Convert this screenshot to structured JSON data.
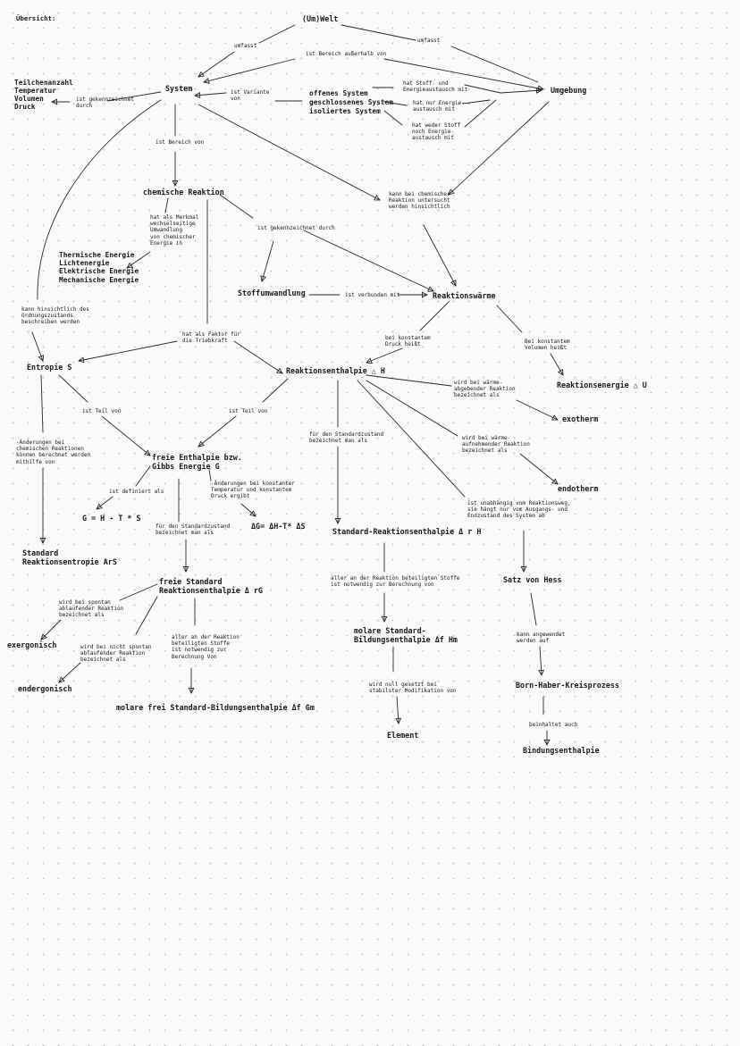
{
  "title": "Übersicht:",
  "nodes": {
    "umwelt": "(Um)Welt",
    "umfasst_left": "umfasst",
    "umfasst_right": "umfasst",
    "bereich_ausserhalb": "ist Bereich außerhalb von",
    "teilchen": "Teilchenanzahl\nTemperatur\nVolumen\nDruck",
    "gekennzeichnet_sys": "ist gekennzeichnet\ndurch",
    "system": "System",
    "variante": "ist Variante\nvon",
    "systemarten": "offenes System\ngeschlossenes System\nisoliertes System",
    "stoff_energie": "hat Stoff- und\nEnergieaustausch mit",
    "nur_energie": "hat nur Energie-\naustausch mit",
    "weder": "hat weder Stoff\nnoch Energie-\naustausch mit",
    "umgebung": "Umgebung",
    "bereich_von": "ist Bereich von",
    "chem_reaktion": "chemische Reaktion",
    "kann_untersucht": "kann bei chemischer\nReaktion untersucht\nwerden hinsichtlich",
    "merkmal": "hat als Merkmal\nwechselseitige\nUmwandlung\nvon chemischer\nEnergie in",
    "energien": "Thermische Energie\nLichtenergie\nElektrische Energie\nMechanische Energie",
    "gekennzeichnet_durch": "ist gekennzeichnet durch",
    "stoffumwandlung": "Stoffumwandlung",
    "verbunden_mit": "ist verbunden mit",
    "reaktionswaerme": "Reaktionswärme",
    "ordnungszustand": "kann hinsichtlich des\nOrdnungszustands\nbeschreiben werden",
    "faktor": "hat als Faktor für\ndie Triebkraft",
    "konst_druck": "bei konstantem\nDruck heißt",
    "konst_volumen": "Bei konstantem\nVolumen heißt",
    "entropie": "Entropie S",
    "reaktionsenthalpie": "Reaktionsenthalpie △ H",
    "reaktionsenergie": "Reaktionsenergie △ U",
    "waerme_abgebend": "wird bei wärme-\nabgebender Reaktion\nbezeichnet als",
    "exotherm": "exotherm",
    "teil_von_1": "ist Teil von",
    "teil_von_2": "ist Teil von",
    "aenderungen_entropie": "-Änderungen bei\nchemischen Reaktionen\nkönnen berechnet werden\nmithilfe von",
    "freie_enthalpie": "freie Enthalpie bzw.\nGibbs Energie G",
    "standard_zustand_1": "für den Standardzustand\nbezeichnet man als",
    "waerme_aufnehmend": "wird bei wärme-\naufnehmender Reaktion\nbezeichnet als",
    "endotherm": "endotherm",
    "aenderungen_konst": "-Änderungen bei konstanter\nTemperatur und konstantem\nDruck ergibt",
    "definiert": "ist definiert als",
    "g_formel": "G = H - T * S",
    "unabhaengig": "ist unabhängig vom Reaktionsweg,\nsie hängt nur vom Ausgangs- und\nEndzustand des System ab",
    "standard_zustand_2": "für den Standardzustand\nbezeichnet man als",
    "dg_formel": "ΔG= ΔH-T* ΔS",
    "standard_reaktionsenthalpie": "Standard-Reaktionsenthalpie Δ r H",
    "standard_entropie": "Standard\nReaktionsentropie ArS",
    "freie_standard": "freie Standard\nReaktionsenthalpie Δ rG",
    "alle_stoffe_1": "aller an der Reaktion beteiligten Stoffe\nist notwendig zur Berechnung von",
    "satz_hess": "Satz von Hess",
    "spontan": "wird bei spontan\nablaufender Reaktion\nbezeichnet als",
    "exergonisch": "exergonisch",
    "nicht_spontan": "wird bei nicht spontan\nablaufender Reaktion\nbezeichnet als",
    "alle_stoffe_2": "aller an der Reaktion\nbeteiligten Stoffe\nist notwendig zur\nBerechnung Von",
    "molare_bildung": "molare Standard-\nBildungsenthalpie Δf Hm",
    "kann_angewendet": "kann angewendet\nwerden auf",
    "endergonisch": "endergonisch",
    "null_gesetzt": "wird null gesetzt bei\nstabilster Modifikation von",
    "born_haber": "Born-Haber-Kreisprozess",
    "molare_frei": "molare frei Standard-Bildungsenthalpie Δf Gm",
    "element": "Element",
    "beinhaltet": "beinhaltet auch",
    "bindungsenthalpie": "Bindungsenthalpie"
  }
}
